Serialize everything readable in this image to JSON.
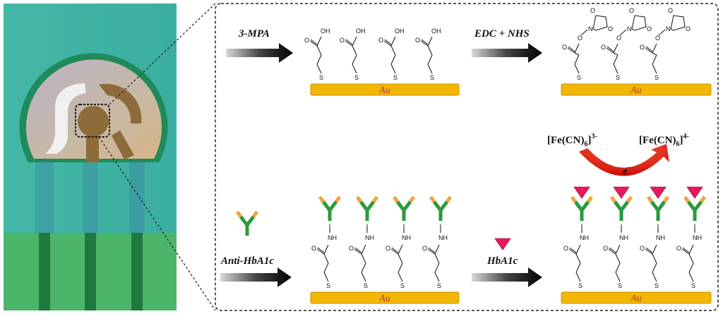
{
  "steps": {
    "step1": "3-MPA",
    "step2": "EDC + NHS",
    "step3": "Anti-HbA1c",
    "step4": "HbA1c"
  },
  "electrode": {
    "label": "Au"
  },
  "chemistry": {
    "oh": "OH",
    "o": "O",
    "s": "S",
    "n": "N",
    "nh": "NH"
  },
  "redox": {
    "ox_main": "[Fe(CN)",
    "ox_sub": "6",
    "ox_bracket": "]",
    "ox_charge": "3-",
    "red_main": "[Fe(CN)",
    "red_sub": "6",
    "red_bracket": "]",
    "red_charge": "4-",
    "electron": "e",
    "electron_charge": "-"
  },
  "colors": {
    "gold": "#f2b705",
    "antibody_green": "#2a9a3c",
    "antibody_tip": "#f2a43a",
    "antigen": "#e6195f",
    "arrow_red": "#e8140c",
    "teal_board": "#3fb6a8"
  }
}
